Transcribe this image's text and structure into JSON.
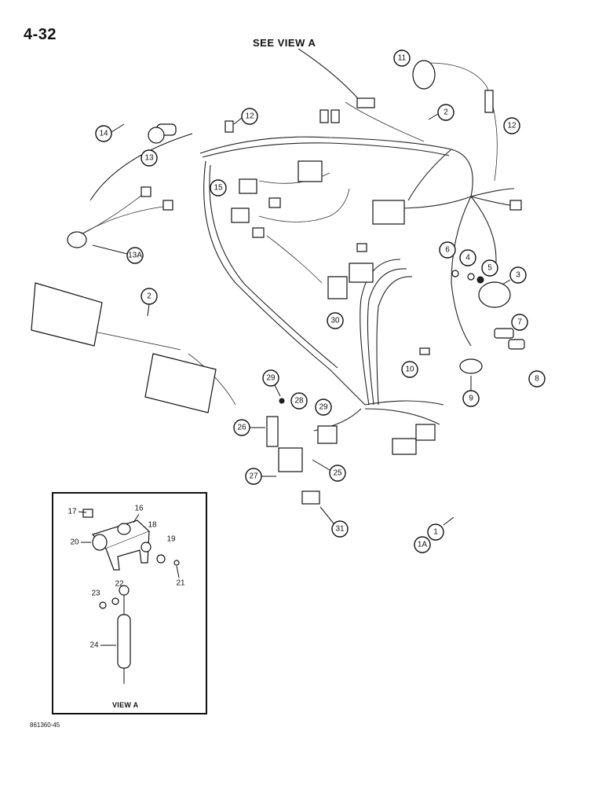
{
  "header": {
    "page_number": "4-32",
    "view_reference": "SEE VIEW A"
  },
  "figure_id": "861360-45",
  "inset": {
    "caption": "VIEW A",
    "labels": [
      "16",
      "17",
      "18",
      "19",
      "20",
      "21",
      "22",
      "23",
      "24"
    ]
  },
  "callouts": [
    "1",
    "1A",
    "2",
    "2",
    "3",
    "4",
    "5",
    "6",
    "7",
    "8",
    "9",
    "10",
    "11",
    "12",
    "12",
    "13",
    "13A",
    "14",
    "15",
    "25",
    "26",
    "27",
    "28",
    "29",
    "29",
    "30",
    "31"
  ]
}
